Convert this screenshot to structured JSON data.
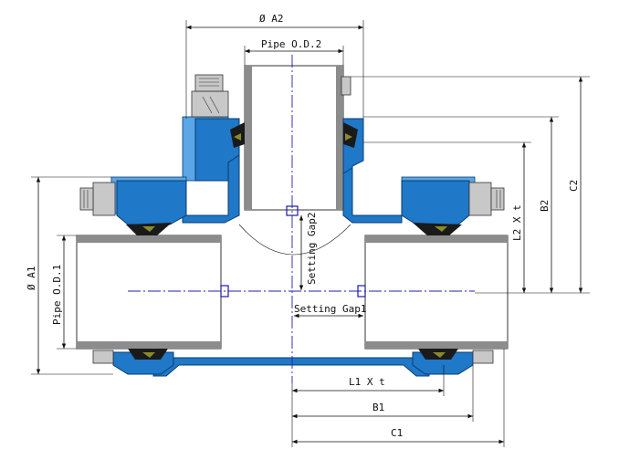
{
  "diagram": {
    "labels": {
      "a2": "Ø  A2",
      "pipe_od2": "Pipe O.D.2",
      "c2": "C2",
      "b2": "B2",
      "l2": "L2 X t",
      "a1": "Ø  A1",
      "pipe_od1": "Pipe O.D.1",
      "setting_gap2": "Setting Gap2",
      "setting_gap1": "Setting Gap1",
      "l1": "L1 X t",
      "b1": "B1",
      "c1": "C1"
    },
    "colors": {
      "body": "#1f78c8",
      "body_light": "#5aa6e6",
      "pipe_band": "#8c8c8c",
      "gasket": "#1a1a1a",
      "center_line": "#2222aa"
    }
  }
}
